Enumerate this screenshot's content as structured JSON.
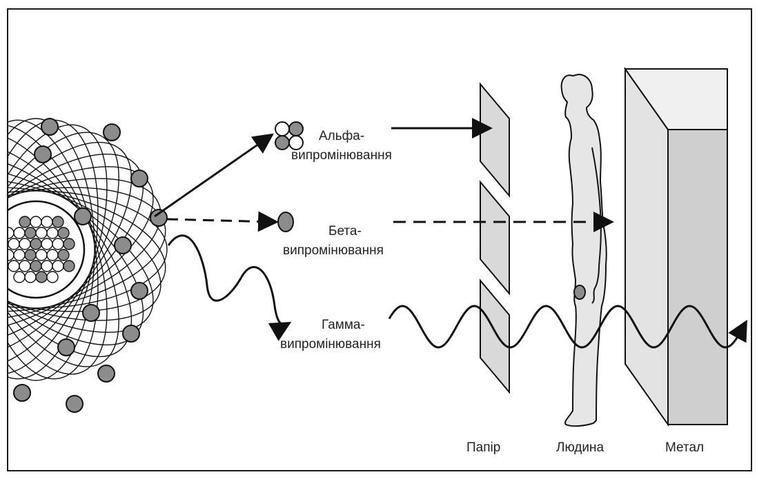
{
  "radiation": {
    "alpha": {
      "line1": "Альфа-",
      "line2": "випромінювання"
    },
    "beta": {
      "line1": "Бета-",
      "line2": "випромінювання"
    },
    "gamma": {
      "line1": "Гамма-",
      "line2": "випромінювання"
    }
  },
  "barriers": {
    "paper": "Папір",
    "human": "Людина",
    "metal": "Метал"
  },
  "colors": {
    "stroke": "#111111",
    "particle_fill": "#8c8c8c",
    "nucleon_light": "#ffffff",
    "paper_fill": "#d9d9d9",
    "metal_front": "#e3e3e3",
    "metal_side": "#cfcfcf",
    "human_fill": "#e6e6e6"
  }
}
